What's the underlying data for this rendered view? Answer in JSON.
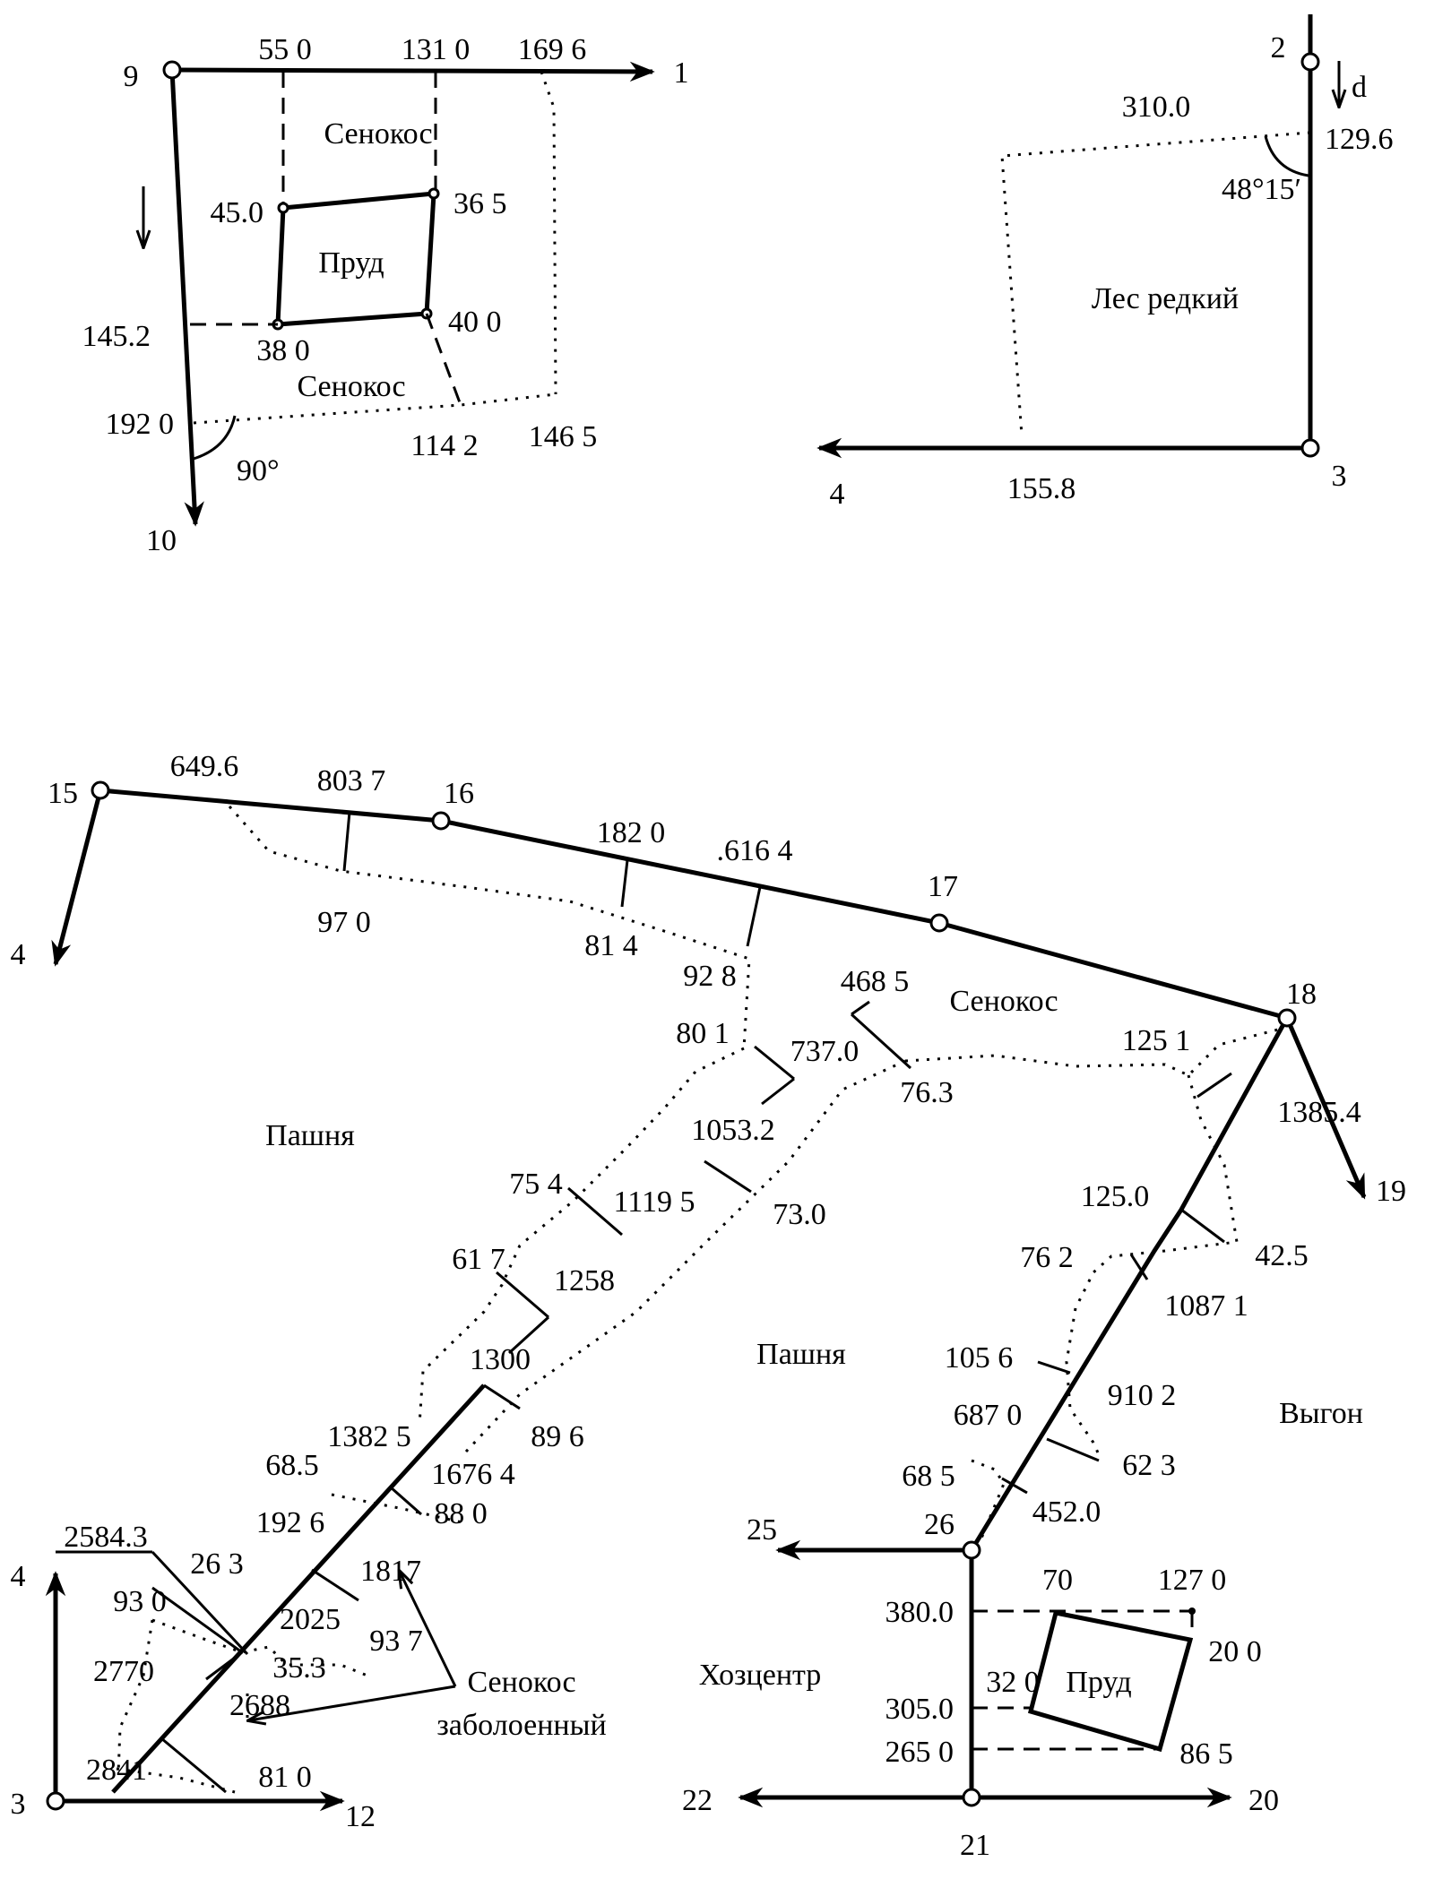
{
  "figure1": {
    "stations": {
      "s9": "9",
      "s1": "1",
      "s10": "10"
    },
    "chainages_top": {
      "c55": "55 0",
      "c131": "131 0",
      "c169": "169 6"
    },
    "chainages_left": {
      "c145": "145.2",
      "c192": "192 0"
    },
    "pond_offsets": {
      "p45": "45.0",
      "p365": "36 5",
      "p38": "38 0",
      "p40": "40 0"
    },
    "bottom": {
      "b114": "114 2",
      "b146": "146 5"
    },
    "angle": "90°",
    "areas": {
      "hay_top": "Сенокос",
      "pond": "Пруд",
      "hay_bottom": "Сенокос"
    }
  },
  "figure2": {
    "stations": {
      "s2": "2",
      "s3": "3",
      "s4": "4"
    },
    "d_label": "d",
    "values": {
      "v310": "310.0",
      "v1296": "129.6",
      "v1558": "155.8"
    },
    "angle": "48°15′",
    "area": "Лес редкий"
  },
  "figure3": {
    "stations": {
      "s15": "15",
      "s16": "16",
      "s17": "17",
      "s18": "18",
      "s19": "19",
      "s4": "4",
      "s26": "26",
      "s25": "25",
      "s21": "21",
      "s22": "22",
      "s20": "20",
      "s3": "3",
      "s4b": "4",
      "s12": "12"
    },
    "top_line": {
      "a": "649.6",
      "b": "803 7",
      "c": "182 0",
      "d": ".616 4"
    },
    "offsets_top": {
      "a": "97 0",
      "b": "81 4",
      "c": "92 8",
      "d": "80 1"
    },
    "hay": {
      "label": "Сенокос",
      "a": "468 5",
      "b": "737.0",
      "c": "76.3",
      "d": "125 1",
      "e": "1385.4"
    },
    "mid_chain": {
      "a": "1053.2",
      "b": "75 4",
      "c": "1119 5",
      "d": "73.0",
      "e": "61 7",
      "f": "1258",
      "g": "1300",
      "h": "1382 5",
      "i": "89 6",
      "j": "68.5",
      "k": "1676 4",
      "l": "192 6",
      "m": "88 0",
      "n": "1817",
      "o": "2584.3",
      "p": "26 3",
      "q": "93 0",
      "r": "2025",
      "s": "93 7",
      "t": "2770",
      "u": "35.3",
      "v": "2688",
      "w": "2841",
      "x": "81 0"
    },
    "right_chain": {
      "a": "125.0",
      "b": "42.5",
      "c": "76 2",
      "d": "1087 1",
      "e": "105 6",
      "f": "910 2",
      "g": "687 0",
      "h": "62 3",
      "i": "68 5",
      "j": "452.0"
    },
    "bottom_right": {
      "a": "70",
      "b": "127 0",
      "c": "380.0",
      "d": "20 0",
      "e": "32 0",
      "f": "305.0",
      "g": "265 0",
      "h": "86 5"
    },
    "areas": {
      "plow1": "Пашня",
      "plow2": "Пашня",
      "pasture": "Выгон",
      "center": "Хозцентр",
      "pond": "Пруд",
      "swamp1": "Сенокос",
      "swamp2": "заболоенный"
    }
  }
}
